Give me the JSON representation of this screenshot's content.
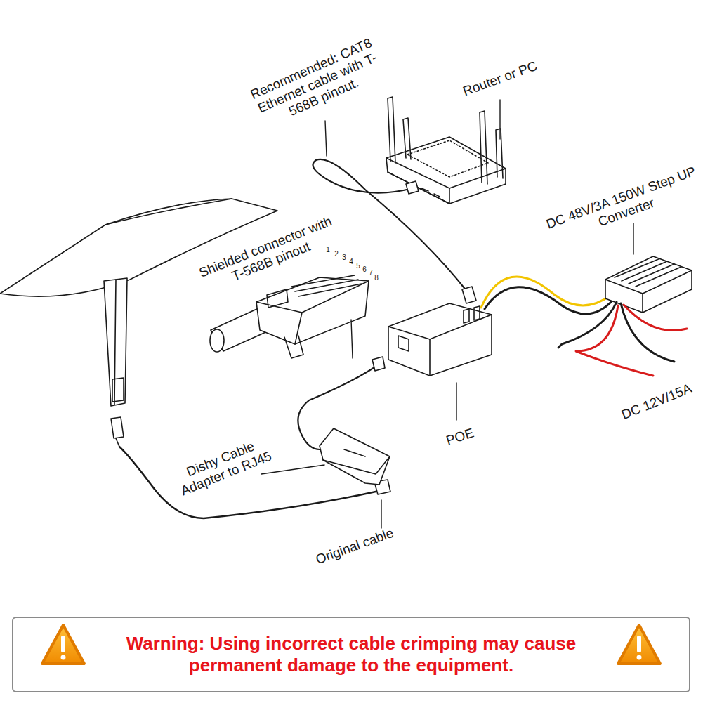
{
  "diagram": {
    "nodes": [
      {
        "text": [
          "Warning: Using incorrect cable crimping may cause permanent damage to the equipment."
        ]
      }
    ],
    "labels": [
      "Recommended: CAT8 Ethernet cable with T-568B pinout.",
      "Router or PC",
      "DC 48V/3A 150W Step UP Converter",
      "Shielded connector with T-568B pinout",
      "1",
      "2",
      "3",
      "4",
      "5",
      "6",
      "7",
      "8",
      "POE",
      "DC 12V/15A",
      "Dishy Cable Adapter to RJ45",
      "Original cable"
    ]
  }
}
